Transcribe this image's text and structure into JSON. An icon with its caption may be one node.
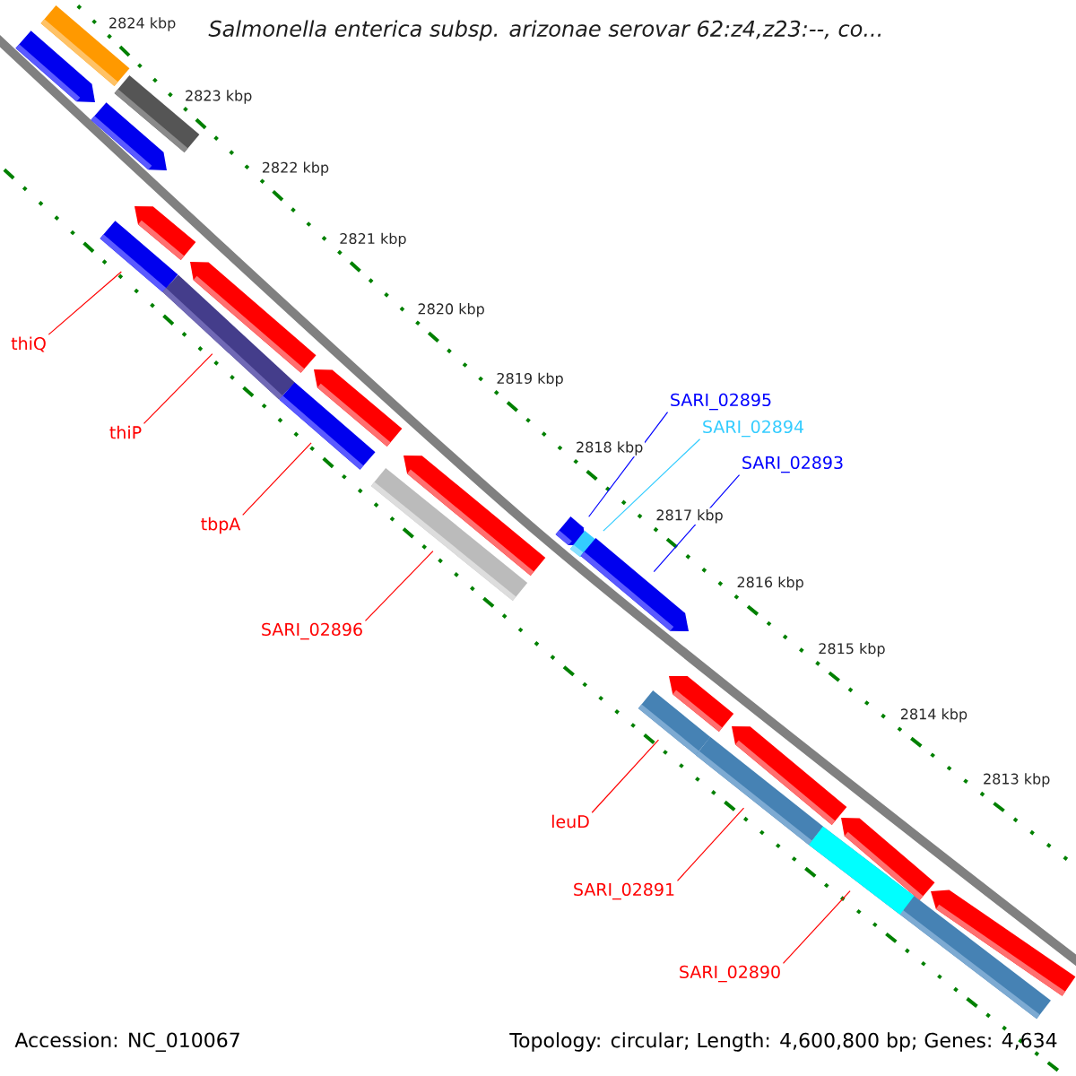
{
  "diagram": {
    "title": "Salmonella enterica subsp. arizonae serovar 62:z4,z23:--, co...",
    "nodes": [
      {
        "text": [],
        "shape": "bar"
      },
      {
        "text": [],
        "shape": "arrow"
      },
      {
        "text": [],
        "shape": "bar"
      },
      {
        "text": [],
        "shape": "arrow"
      },
      {
        "text": [],
        "shape": "arrow"
      },
      {
        "text": [],
        "shape": "arrow"
      },
      {
        "text": [],
        "shape": "arrow"
      },
      {
        "text": [],
        "shape": "arrow"
      },
      {
        "text": [],
        "shape": "arrow"
      },
      {
        "text": [],
        "shape": "arrow"
      },
      {
        "text": [],
        "shape": "arrow"
      },
      {
        "text": [],
        "shape": "arrow"
      },
      {
        "text": [],
        "shape": "arrow"
      },
      {
        "text": [],
        "shape": "arrow"
      },
      {
        "text": [],
        "shape": "arrow"
      },
      {
        "text": [],
        "shape": "bar"
      },
      {
        "text": [],
        "shape": "bar"
      },
      {
        "text": [],
        "shape": "bar"
      },
      {
        "text": [],
        "shape": "bar"
      },
      {
        "text": [],
        "shape": "bar"
      },
      {
        "text": [],
        "shape": "bar"
      },
      {
        "text": [],
        "shape": "bar"
      },
      {
        "text": [
          "thiQ"
        ]
      },
      {
        "text": [
          "thiP"
        ]
      },
      {
        "text": [
          "tbpA"
        ]
      },
      {
        "text": [
          "SARI_02896"
        ]
      },
      {
        "text": [
          "SARI_02895"
        ]
      },
      {
        "text": [
          "SARI_02894"
        ]
      },
      {
        "text": [
          "SARI_02893"
        ]
      },
      {
        "text": [
          "leuD"
        ]
      },
      {
        "text": [
          "SARI_02891"
        ]
      },
      {
        "text": [
          "SARI_02890"
        ]
      }
    ],
    "edges": [
      {
        "from": 22,
        "to": 15,
        "arrow": "none"
      },
      {
        "from": 23,
        "to": 16,
        "arrow": "none"
      },
      {
        "from": 24,
        "to": 17,
        "arrow": "none"
      },
      {
        "from": 25,
        "to": 18,
        "arrow": "none"
      },
      {
        "from": 26,
        "to": 4,
        "arrow": "none",
        "color": "#0000ff"
      },
      {
        "from": 27,
        "to": 5,
        "arrow": "none",
        "color": "#33ccff"
      },
      {
        "from": 28,
        "to": 6,
        "arrow": "none",
        "color": "#0000ff"
      },
      {
        "from": 29,
        "to": 19,
        "arrow": "none"
      },
      {
        "from": 30,
        "to": 20,
        "arrow": "none"
      },
      {
        "from": 31,
        "to": 21,
        "arrow": "none"
      }
    ],
    "labels": [
      "2824 kbp",
      "2823 kbp",
      "2822 kbp",
      "2821 kbp",
      "2820 kbp",
      "2819 kbp",
      "2818 kbp",
      "2817 kbp",
      "2816 kbp",
      "2815 kbp",
      "2814 kbp",
      "2813 kbp",
      "Accession: NC_010067",
      "Topology: circular; Length: 4,600,800 bp; Genes: 4,634"
    ]
  }
}
